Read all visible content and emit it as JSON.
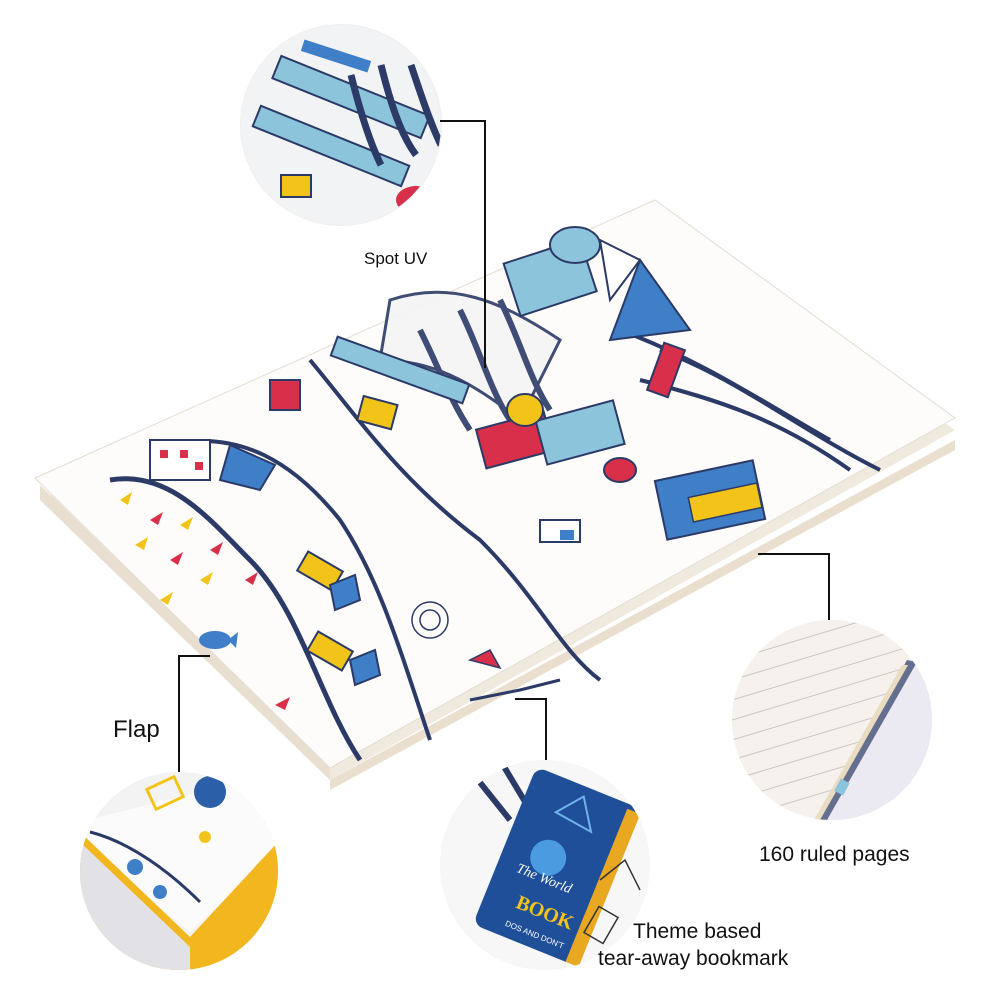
{
  "product": {
    "type": "illustrated hardcover notebook",
    "cover_theme": "city/world landmarks illustration",
    "colors": {
      "navy": "#2b3a67",
      "sky_blue": "#8cc4dc",
      "royal_blue": "#3f7fc8",
      "red": "#d8304a",
      "yellow": "#f2c41a",
      "page_cream": "#f7f2ea",
      "bookmark_blue": "#1f4f99",
      "page_edge_gold": "#e8a822"
    }
  },
  "callouts": [
    {
      "id": "spot-uv",
      "label": "Spot UV"
    },
    {
      "id": "flap",
      "label": "Flap"
    },
    {
      "id": "ruled-pages",
      "label": "160 ruled pages"
    },
    {
      "id": "bookmark",
      "label_line1": "Theme based",
      "label_line2": "tear-away bookmark"
    }
  ],
  "bookmark_detail": {
    "text_top": "The World",
    "text_big": "BOOK",
    "text_small": "DOS AND DON'T"
  }
}
